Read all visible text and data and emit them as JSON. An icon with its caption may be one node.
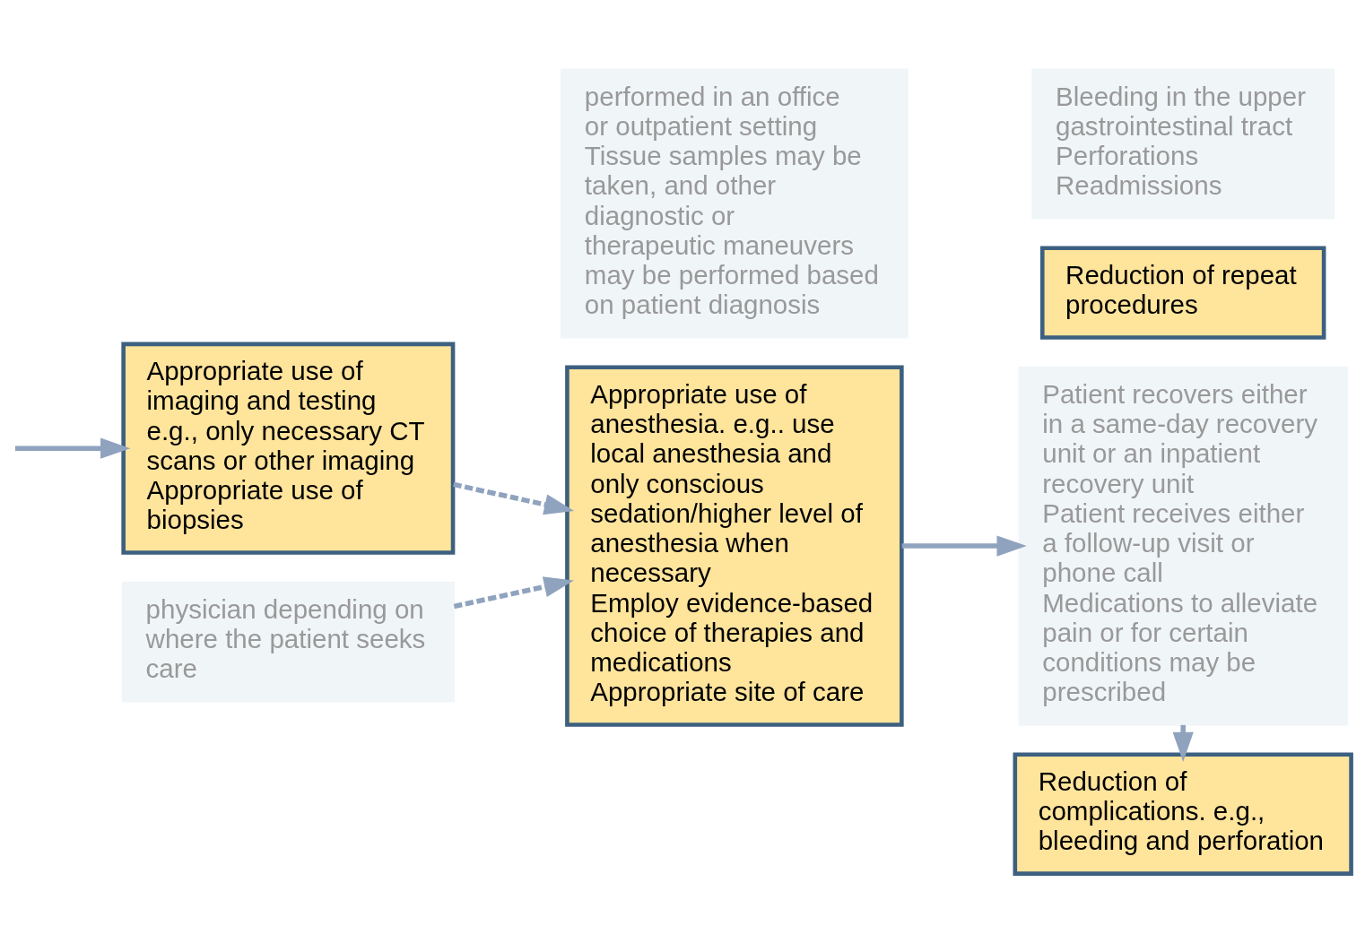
{
  "diagram": {
    "nodes": [
      {
        "text": [
          "Appropriate use of imaging and testing e.g., only necessary CT scans or other imaging",
          "Appropriate use of biopsies"
        ]
      },
      {
        "text": [
          "physician depending on where the patient seeks care"
        ]
      },
      {
        "text": [
          "Appropriate use of anesthesia. e.g.. use local anesthesia and only conscious sedation/higher level of anesthesia when necessary",
          "Employ evidence-based choice of therapies and medications",
          "Appropriate site of care"
        ]
      },
      {
        "text": [
          "performed in an office or outpatient setting",
          "Tissue samples may be taken, and other diagnostic or therapeutic maneuvers may be performed based on patient diagnosis"
        ]
      },
      {
        "text": [
          "Reduction of repeat procedures"
        ]
      },
      {
        "text": [
          "Patient recovers either in a same-day recovery unit or an inpatient recovery unit",
          "Patient receives either a follow-up visit or phone call",
          "Medications to alleviate pain or for certain conditions may be prescribed"
        ]
      },
      {
        "text": [
          "Reduction of complications. e.g., bleeding and perforation"
        ]
      },
      {
        "text": [
          "Bleeding in the upper gastrointestinal tract",
          "Perforations",
          "Readmissions"
        ]
      }
    ],
    "edges": [
      {
        "from": null,
        "to": 0,
        "arrow": "to"
      },
      {
        "from": 0,
        "to": 2,
        "arrow": "to",
        "style": "dashed"
      },
      {
        "from": 1,
        "to": 2,
        "arrow": "to",
        "style": "dashed"
      },
      {
        "from": 2,
        "to": 5,
        "arrow": "to"
      },
      {
        "from": 5,
        "to": 6,
        "arrow": "to",
        "style": "dashed"
      }
    ]
  }
}
